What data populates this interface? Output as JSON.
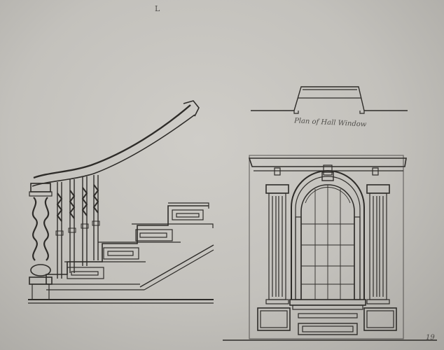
{
  "sheet": {
    "mark_top": "L",
    "page_number": "19",
    "corner_note": "",
    "captions": {
      "plan": "Plan of Hall Window",
      "stair_line1": "",
      "stair_line2": "",
      "window_line1": "",
      "window_line2": ""
    }
  },
  "palette": {
    "ink": "#2e2c29",
    "paper": "#c6c4bf"
  }
}
